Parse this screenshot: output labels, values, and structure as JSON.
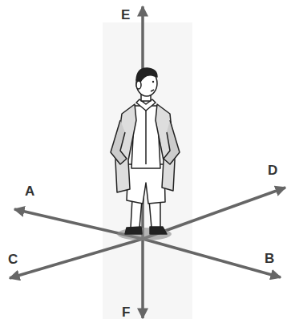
{
  "diagram": {
    "labels": [
      "E",
      "A",
      "D",
      "C",
      "B",
      "F"
    ]
  }
}
